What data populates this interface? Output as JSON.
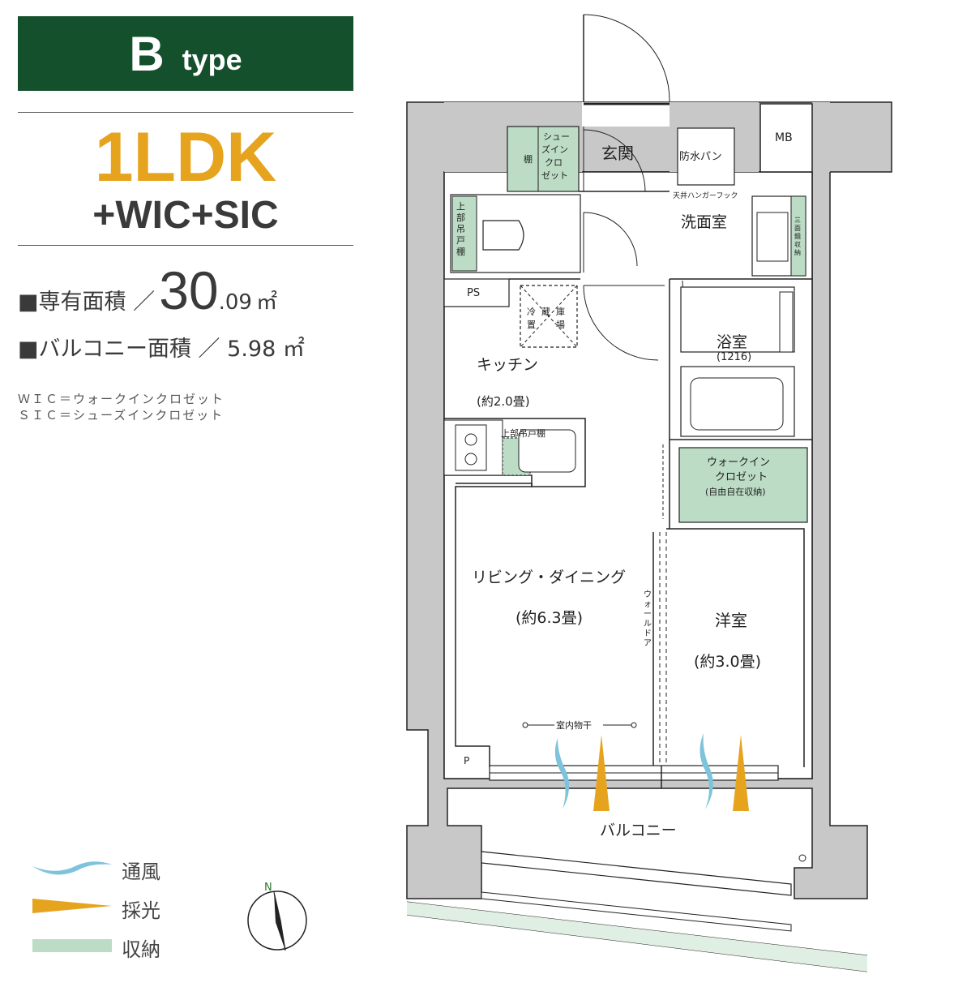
{
  "header": {
    "type_letter": "B",
    "type_word": "type"
  },
  "layout": {
    "main": "1LDK",
    "sub": "+WIC+SIC"
  },
  "area": {
    "label": "■専有面積 ／",
    "int": "30",
    "dec": ".09",
    "unit": "㎡",
    "balcony": "■バルコニー面積 ／ 5.98 ㎡"
  },
  "notes": [
    "ＷＩＣ＝ウォークインクロゼット",
    "ＳＩＣ＝シューズインクロゼット"
  ],
  "legend": [
    {
      "label": "通風",
      "icon": "wind-icon",
      "color": "#7ec3dc"
    },
    {
      "label": "採光",
      "icon": "light-icon",
      "color": "#e6a31e"
    },
    {
      "label": "収納",
      "icon": "storage-swatch",
      "color": "#bcdcc6"
    }
  ],
  "compass": {
    "label": "N"
  },
  "rooms": {
    "genkan": "玄関",
    "shoe_closet": [
      "シュー",
      "ズイン",
      "クロ",
      "ゼット"
    ],
    "tana": "棚",
    "bousui_pan": "防水パン",
    "hanger_hook": "天井ハンガーフック",
    "senmen": "洗面室",
    "mirror_storage": [
      "三",
      "面",
      "鏡",
      "収",
      "納"
    ],
    "upper_cabinet_toilet": [
      "上",
      "部",
      "吊",
      "戸",
      "棚"
    ],
    "mb": "MB",
    "ps": "PS",
    "fridge": [
      "冷",
      "蔵",
      "庫",
      "置",
      "場"
    ],
    "bath": "浴室",
    "bath_size": "(1216)",
    "kitchen": "キッチン",
    "kitchen_size": "(約2.0畳)",
    "kitchen_cabinet": "上部吊戸棚",
    "wic": [
      "ウォークイン",
      "クロゼット",
      "(自由自在収納)"
    ],
    "living": "リビング・ダイニング",
    "living_size": "(約6.3畳)",
    "wall_door": [
      "ウ",
      "ォ",
      "ー",
      "ル",
      "ド",
      "ア"
    ],
    "western": "洋室",
    "western_size": "(約3.0畳)",
    "drying": "室内物干",
    "p": "P",
    "balcony": "バルコニー"
  }
}
